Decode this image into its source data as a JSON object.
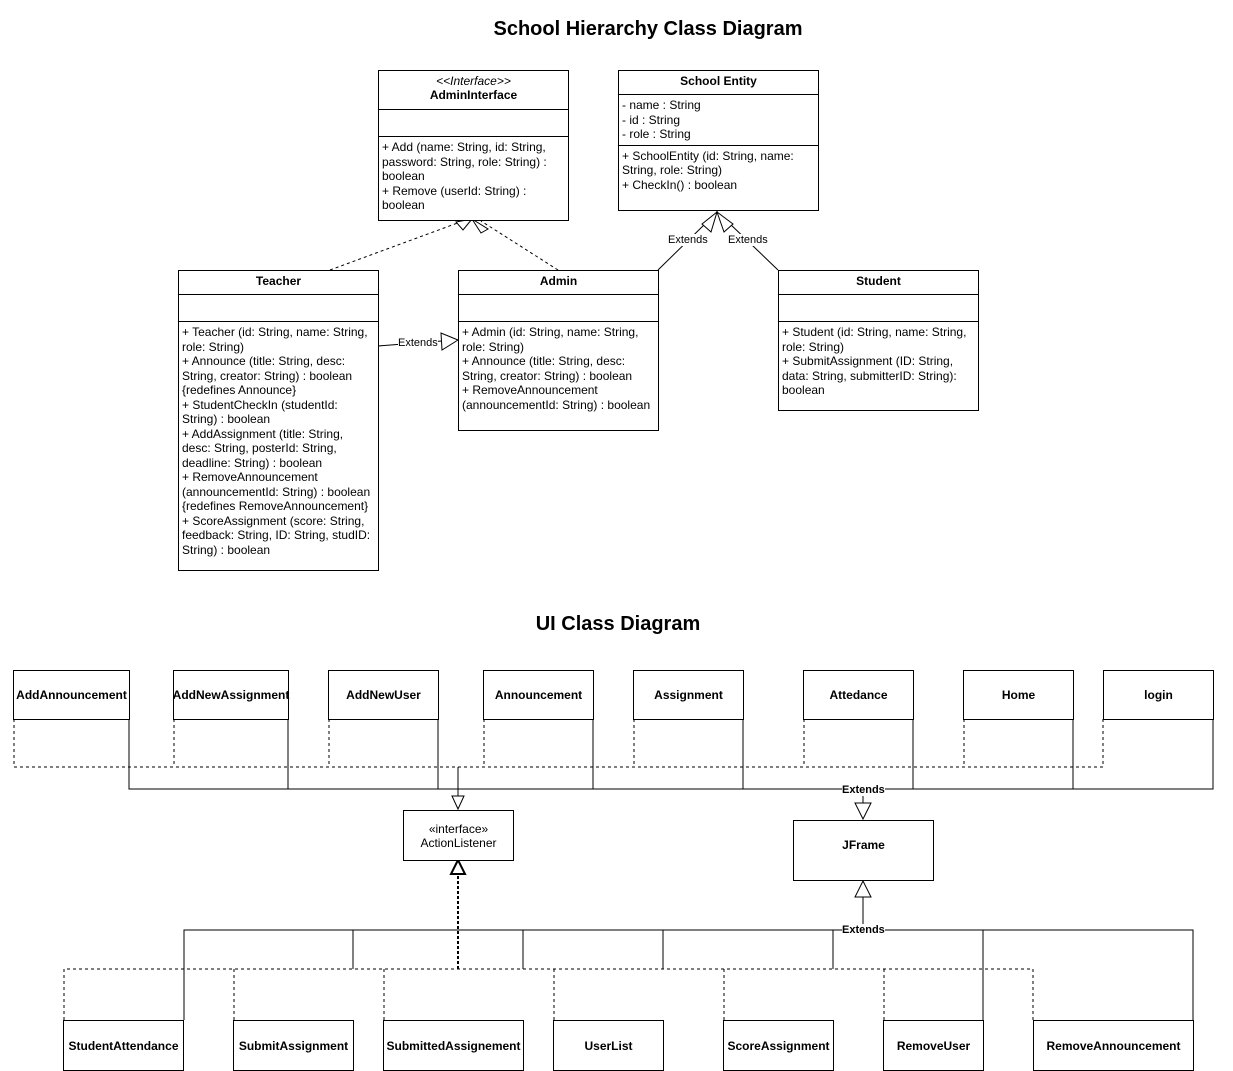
{
  "school": {
    "title": "School Hierarchy Class Diagram",
    "admin_interface": {
      "stereotype": "<<Interface>>",
      "name": "AdminInterface",
      "methods": [
        "+ Add (name: String, id: String, password: String, role: String) : boolean",
        "+ Remove (userId: String) : boolean"
      ]
    },
    "school_entity": {
      "name": "School Entity",
      "attributes": [
        "- name : String",
        "- id : String",
        "- role : String"
      ],
      "methods": [
        "+ SchoolEntity (id: String, name: String, role: String)",
        "+ CheckIn() : boolean"
      ]
    },
    "teacher": {
      "name": "Teacher",
      "methods": [
        "+ Teacher (id: String, name: String, role: String)",
        "+ Announce (title: String, desc: String, creator: String) : boolean {redefines Announce}",
        "+ StudentCheckIn (studentId: String) : boolean",
        "+ AddAssignment (title: String, desc: String, posterId: String, deadline: String) : boolean",
        "+ RemoveAnnouncement (announcementId: String) : boolean {redefines RemoveAnnouncement}",
        "+ ScoreAssignment (score: String, feedback: String, ID: String, studID: String) : boolean"
      ]
    },
    "admin": {
      "name": "Admin",
      "methods": [
        "+ Admin (id: String, name: String, role: String)",
        "+ Announce (title: String, desc: String, creator: String) : boolean",
        "+ RemoveAnnouncement (announcementId: String) : boolean"
      ]
    },
    "student": {
      "name": "Student",
      "methods": [
        "+ Student (id: String, name: String, role: String)",
        "+ SubmitAssignment (ID: String, data: String, submitterID: String): boolean"
      ]
    },
    "extends_label": "Extends"
  },
  "ui": {
    "title": "UI Class Diagram",
    "top_classes": [
      "AddAnnouncement",
      "AddNewAssignment",
      "AddNewUser",
      "Announcement",
      "Assignment",
      "Attedance",
      "Home",
      "login"
    ],
    "action_listener": {
      "stereotype": "«interface»",
      "name": "ActionListener"
    },
    "jframe": "JFrame",
    "bottom_classes": [
      "StudentAttendance",
      "SubmitAssignment",
      "SubmittedAssignement",
      "UserList",
      "ScoreAssignment",
      "RemoveUser",
      "RemoveAnnouncement"
    ],
    "extends_label": "Extends"
  }
}
